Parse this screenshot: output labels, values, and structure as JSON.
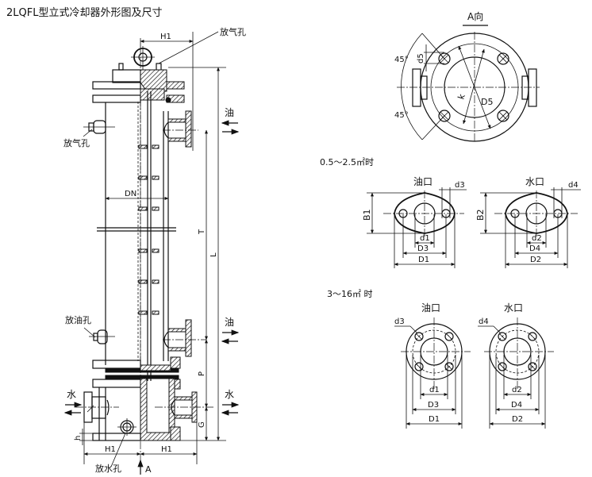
{
  "title": "2LQFL型立式冷却器外形图及尺寸",
  "main_view": {
    "labels": {
      "vent_top": "放气孔",
      "vent_side": "放气孔",
      "oil_drain": "放油孔",
      "water_drain": "放水孔",
      "oil_upper": "油",
      "oil_lower": "油",
      "water_left": "水",
      "water_right": "水",
      "view_arrow": "A"
    },
    "dimensions": {
      "h1_top": "H1",
      "h1_bottom_left": "H1",
      "h1_bottom_right": "H1",
      "dn": "DN",
      "t": "T",
      "l": "L",
      "p": "P",
      "g": "G",
      "h": "h"
    }
  },
  "view_a": {
    "title": "A向",
    "angle_top": "45°",
    "angle_bottom": "45°",
    "d5_small": "d5",
    "k": "k",
    "d5_large": "D5"
  },
  "small_flanges": {
    "heading": "0.5～2.5㎡时",
    "oil": {
      "title": "油口",
      "b": "B1",
      "hole": "d3",
      "inner": "d1",
      "pitch": "D3",
      "outer": "D1"
    },
    "water": {
      "title": "水口",
      "b": "B2",
      "hole": "d4",
      "inner": "d2",
      "pitch": "D4",
      "outer": "D2"
    }
  },
  "large_flanges": {
    "heading": "3～16㎡ 时",
    "oil": {
      "title": "油口",
      "hole": "d3",
      "inner": "d1",
      "pitch": "D3",
      "outer": "D1"
    },
    "water": {
      "title": "水口",
      "hole": "d4",
      "inner": "d2",
      "pitch": "D4",
      "outer": "D2"
    }
  }
}
